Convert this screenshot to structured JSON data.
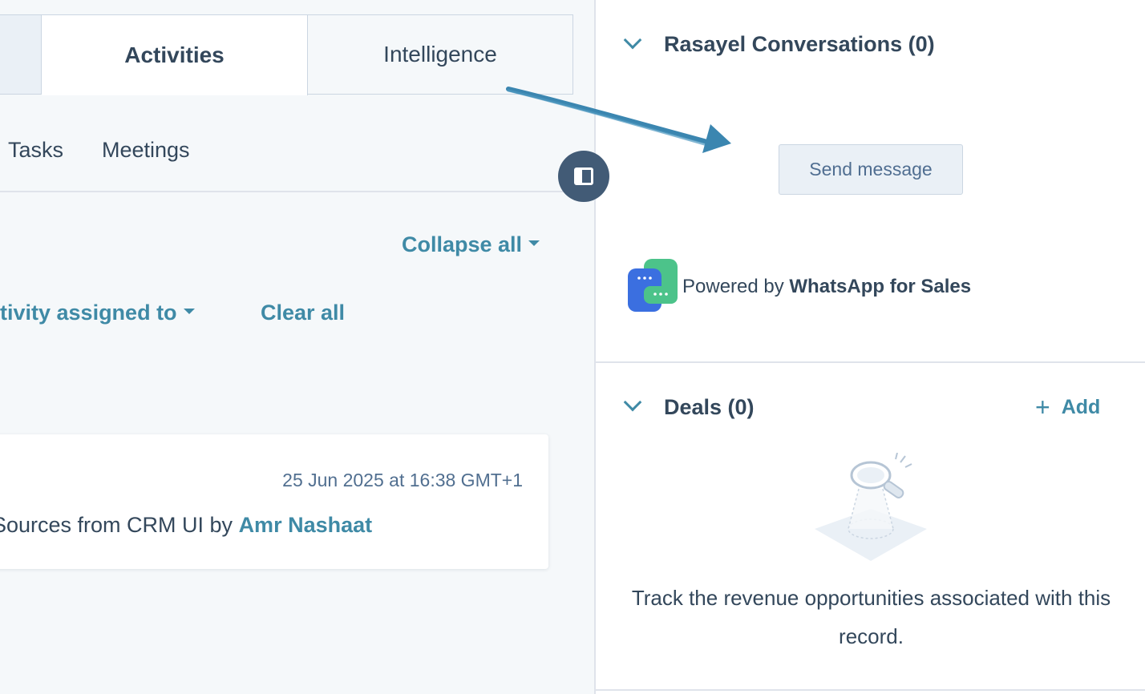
{
  "tabs": {
    "activities": "Activities",
    "intelligence": "Intelligence"
  },
  "subtabs": {
    "tasks": "Tasks",
    "meetings": "Meetings"
  },
  "filters": {
    "collapse_all": "Collapse all",
    "activity_assigned_to": "tivity assigned to",
    "clear_all": "Clear all"
  },
  "activity_card": {
    "timestamp": "25 Jun 2025 at 16:38 GMT+1",
    "text": "Sources from CRM UI by ",
    "author": "Amr Nashaat"
  },
  "rasayel": {
    "title": "Rasayel Conversations (0)",
    "send_button": "Send message",
    "powered_by": "Powered by ",
    "powered_brand": "WhatsApp for Sales"
  },
  "deals": {
    "title": "Deals (0)",
    "add_label": "Add",
    "empty_text": "Track the revenue opportunities associated with this record."
  },
  "colors": {
    "accent": "#3f8aa6",
    "text": "#33475b",
    "toggle": "#425b76",
    "annotation_arrow": "#3b86b0"
  },
  "icons": {
    "toggle": "sidebar-toggle-icon",
    "chevron": "chevron-down-icon",
    "add": "plus-icon",
    "logo": "whatsapp-for-sales-logo",
    "empty": "magnifier-illustration",
    "annotation": "hand-drawn-arrow"
  }
}
